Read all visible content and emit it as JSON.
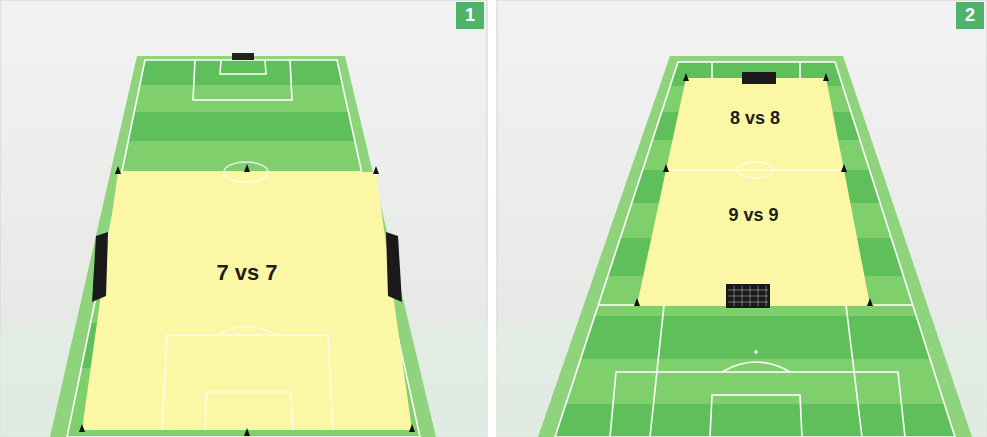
{
  "diagram": {
    "nodes": [
      {
        "text": [
          "1"
        ]
      },
      {
        "text": [
          "7 vs 7"
        ]
      },
      {
        "text": [
          "2"
        ]
      },
      {
        "text": [
          "8 vs 8"
        ]
      },
      {
        "text": [
          "9 vs 9"
        ]
      }
    ]
  }
}
